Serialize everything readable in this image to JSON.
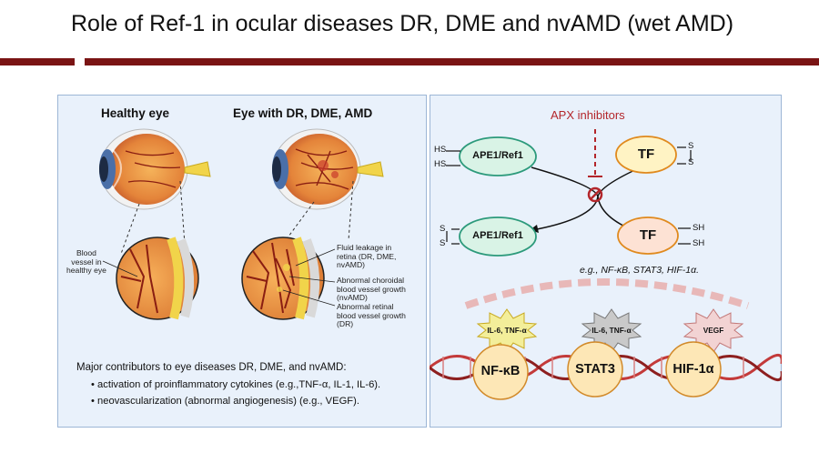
{
  "slide": {
    "title": "Role of Ref-1 in ocular diseases DR, DME and nvAMD (wet AMD)"
  },
  "left_panel": {
    "healthy_heading": "Healthy eye",
    "disease_heading": "Eye with DR, DME, AMD",
    "healthy_annotation": [
      "Blood",
      "vessel in",
      "healthy eye"
    ],
    "annotations": [
      [
        "Fluid leakage in",
        "retina (DR, DME,",
        "nvAMD)"
      ],
      [
        "Abnormal choroidal",
        "blood vessel growth",
        "(nvAMD)"
      ],
      [
        "Abnormal retinal",
        "blood vessel growth",
        "(DR)"
      ]
    ],
    "contributors_title": "Major contributors to eye diseases DR, DME, and nvAMD:",
    "bullets": [
      "• activation of proinflammatory cytokines (e.g.,TNF-α, IL-1, IL-6).",
      "• neovascularization (abnormal angiogenesis) (e.g., VEGF)."
    ]
  },
  "right_panel": {
    "inhibitor_label": "APX inhibitors",
    "ape1_top": "APE1/Ref1",
    "ape1_bottom": "APE1/Ref1",
    "tf_top": "TF",
    "tf_bottom": "TF",
    "thiol_hs": "HS",
    "thiol_sh": "SH",
    "disulfide_s": "S",
    "example_tfs": "e.g., NF-κB, STAT3, HIF-1α.",
    "cytokines": [
      {
        "label": "IL-6, TNF-α",
        "color": "#f3ee9a"
      },
      {
        "label": "IL-6, TNF-α",
        "color": "#c9c9c9"
      },
      {
        "label": "VEGF",
        "color": "#f2d3d3"
      }
    ],
    "dna_factors": [
      "NF-κB",
      "STAT3",
      "HIF-1α"
    ]
  },
  "colors": {
    "title_bar": "#7a1414",
    "panel_bg": "#e9f1fb",
    "panel_border": "#9db6d6",
    "ape1_fill": "#d9f3e6",
    "ape1_stroke": "#2c9a7b",
    "tf_fill": "#fff3c4",
    "tf_stroke": "#e08a1e",
    "inhibitor": "#b3262b",
    "dna": "#b3262b",
    "factor_fill": "#fde7b6"
  }
}
